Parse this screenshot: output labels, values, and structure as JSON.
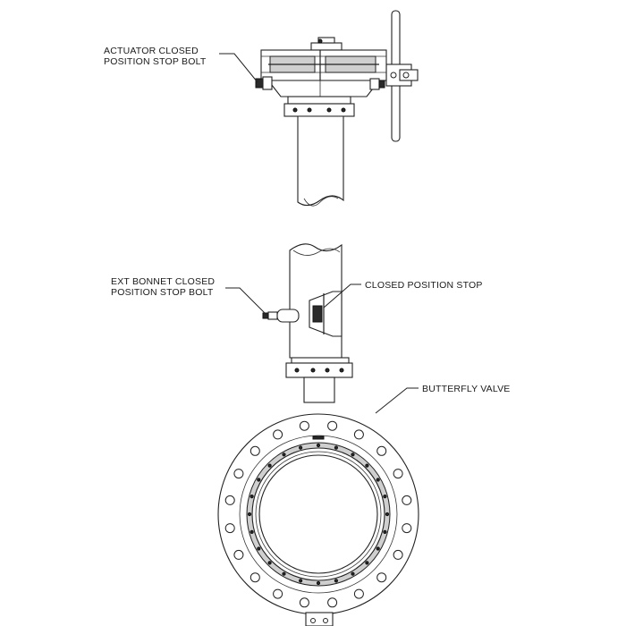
{
  "labels": {
    "actuator_line1": "ACTUATOR CLOSED",
    "actuator_line2": "POSITION STOP BOLT",
    "bonnet_line1": "EXT BONNET CLOSED",
    "bonnet_line2": "POSITION STOP BOLT",
    "closed_stop": "CLOSED POSITION STOP",
    "butterfly": "BUTTERFLY VALVE"
  },
  "colors": {
    "line": "#222222",
    "fill_grey": "#cfcfcf",
    "fill_dark": "#2a2a2a",
    "background": "#ffffff"
  }
}
